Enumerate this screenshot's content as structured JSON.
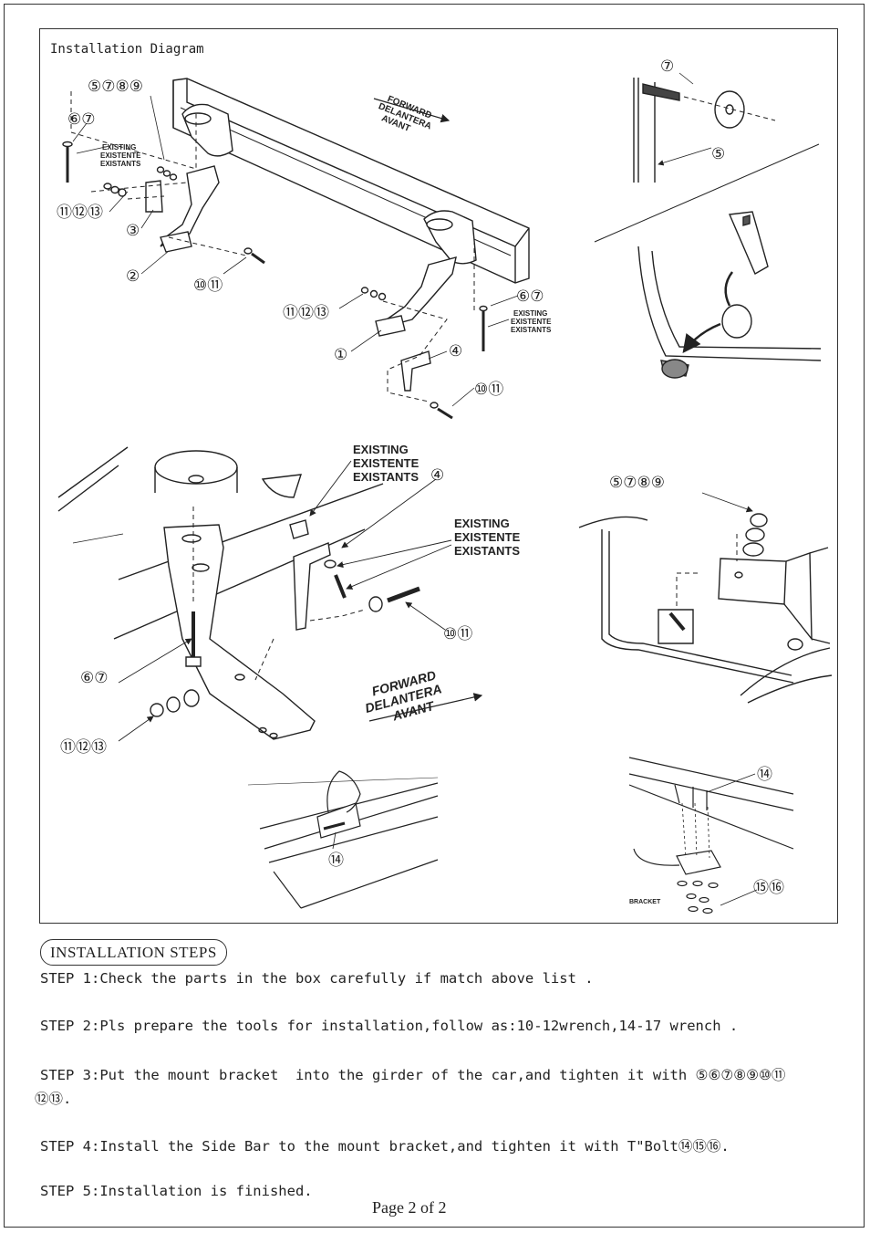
{
  "diagram": {
    "title": "Installation Diagram",
    "callouts": {
      "c5789_top": "⑤⑦⑧⑨",
      "c67_top": "⑥⑦",
      "c111213_left": "⑪⑫⑬",
      "c3": "③",
      "c2": "②",
      "c1011_left": "⑩⑪",
      "c111213_mid": "⑪⑫⑬",
      "c1": "①",
      "c67_mid": "⑥⑦",
      "c4_mid": "④",
      "c1011_mid": "⑩⑪",
      "c7_tr": "⑦",
      "c5_tr": "⑤",
      "c4_center": "④",
      "c1011_center": "⑩⑪",
      "c67_center": "⑥⑦",
      "c111213_center": "⑪⑫⑬",
      "c5789_right": "⑤⑦⑧⑨",
      "c14_bl": "⑭",
      "c14_br": "⑭",
      "c1516_br": "⑮⑯"
    },
    "existing_small_1": [
      "EXISTING",
      "EXISTENTE",
      "EXISTANTS"
    ],
    "existing_small_2": [
      "EXISTING",
      "EXISTENTE",
      "EXISTANTS"
    ],
    "existing_large_1": [
      "EXISTING",
      "EXISTENTE",
      "EXISTANTS"
    ],
    "existing_large_2": [
      "EXISTING",
      "EXISTENTE",
      "EXISTANTS"
    ],
    "forward_top": [
      "FORWARD",
      "DELANTERA",
      "AVANT"
    ],
    "forward_center": [
      "FORWARD",
      "DELANTERA",
      "AVANT"
    ],
    "bracket_label": "BRACKET"
  },
  "steps": {
    "heading": "INSTALLATION STEPS",
    "step1": "STEP 1:Check the parts in the box carefully if match above list .",
    "step2": "STEP 2:Pls prepare the tools for installation,follow as:10-12wrench,14-17 wrench .",
    "step3": "STEP 3:Put the mount bracket  into the girder of the car,and tighten it with ⑤⑥⑦⑧⑨⑩⑪",
    "step3_cont": "⑫⑬.",
    "step4": "STEP 4:Install the Side Bar to the mount bracket,and tighten it with T\"Bolt⑭⑮⑯.",
    "step5": "STEP 5:Installation is finished."
  },
  "footer": {
    "page_number": "Page 2 of 2"
  }
}
